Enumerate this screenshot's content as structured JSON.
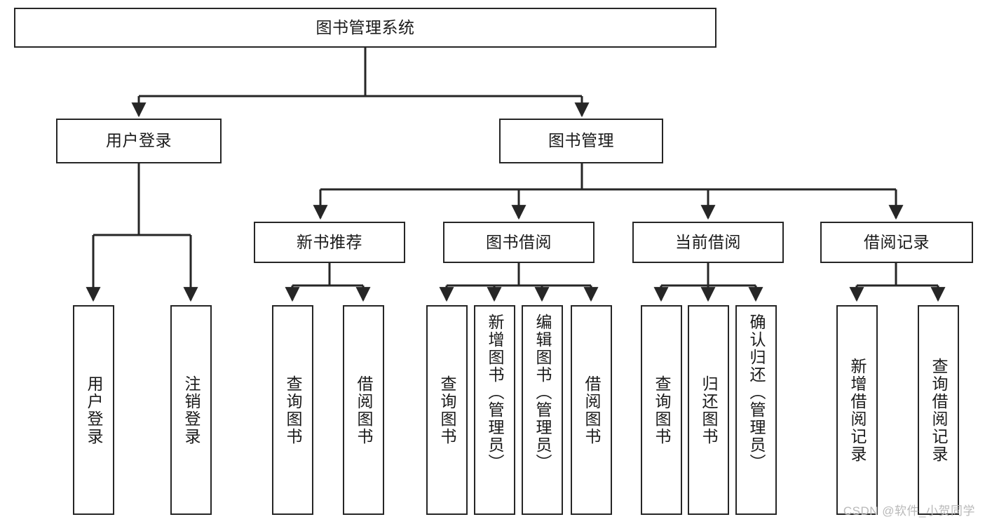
{
  "diagram": {
    "title": "图书管理系统",
    "type": "hierarchy-tree",
    "colors": {
      "box_border": "#262626",
      "box_fill": "#ffffff",
      "edge": "#262626",
      "text": "#1a1a1a",
      "watermark": "#b9b9b9",
      "background": "#ffffff"
    },
    "root": {
      "label": "图书管理系统"
    },
    "level2": [
      {
        "label": "用户登录"
      },
      {
        "label": "图书管理"
      }
    ],
    "level3": [
      {
        "label": "新书推荐"
      },
      {
        "label": "图书借阅"
      },
      {
        "label": "当前借阅"
      },
      {
        "label": "借阅记录"
      }
    ],
    "leaves": {
      "user_login": [
        {
          "label": "用户登录"
        },
        {
          "label": "注销登录"
        }
      ],
      "new_book": [
        {
          "label": "查询图书"
        },
        {
          "label": "借阅图书"
        }
      ],
      "book_borrow": [
        {
          "label": "查询图书"
        },
        {
          "label": "新增图书（管理员）"
        },
        {
          "label": "编辑图书（管理员）"
        },
        {
          "label": "借阅图书"
        }
      ],
      "current_borrow": [
        {
          "label": "查询图书"
        },
        {
          "label": "归还图书"
        },
        {
          "label": "确认归还（管理员）"
        }
      ],
      "borrow_record": [
        {
          "label": "新增借阅记录"
        },
        {
          "label": "查询借阅记录"
        }
      ]
    }
  },
  "watermark": {
    "text": "CSDN @软件_小贺同学"
  }
}
